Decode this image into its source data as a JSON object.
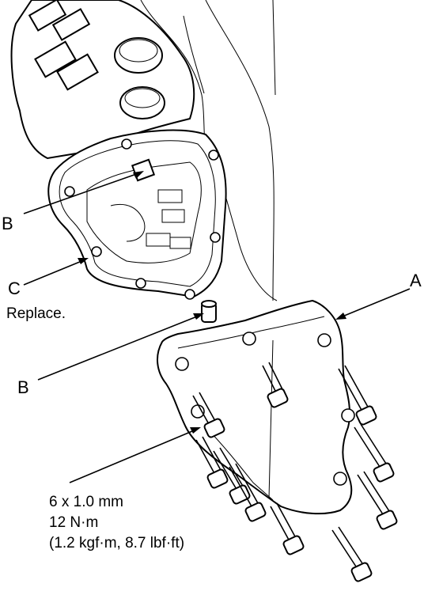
{
  "labels": {
    "a": "A",
    "b_upper": "B",
    "b_lower": "B",
    "c": "C",
    "replace": "Replace.",
    "spec_size": "6 x 1.0 mm",
    "spec_torque_nm": "12 N·m",
    "spec_torque_alt": "(1.2 kgf·m, 8.7 lbf·ft)"
  },
  "colors": {
    "line": "#000000",
    "background": "#ffffff"
  }
}
